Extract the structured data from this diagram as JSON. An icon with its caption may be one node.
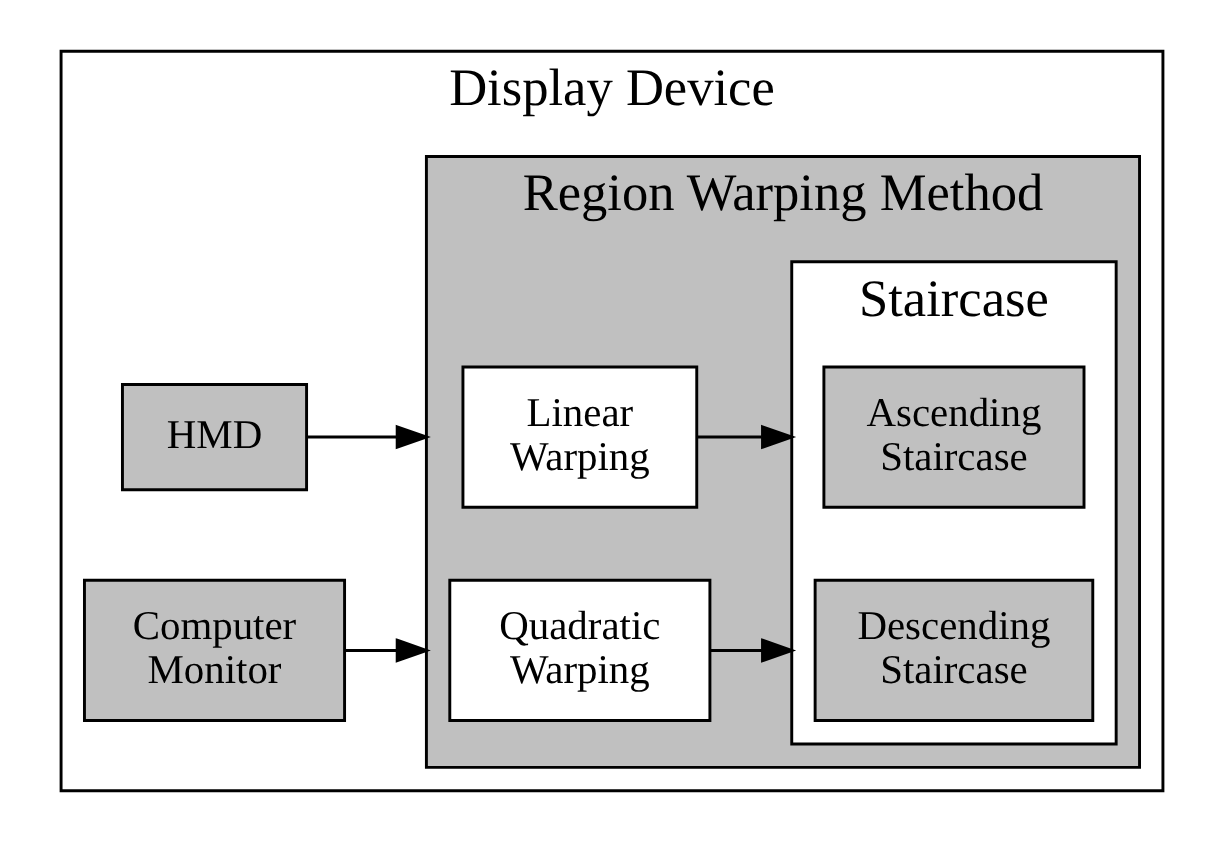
{
  "diagram": {
    "nodes": [
      {
        "text": [
          "Display Device"
        ]
      },
      {
        "text": [
          "HMD"
        ],
        "in": 0
      },
      {
        "text": [
          "Computer Monitor"
        ],
        "in": 0
      },
      {
        "text": [
          "Region Warping Method"
        ],
        "in": 0
      },
      {
        "text": [
          "Linear Warping"
        ],
        "in": 3
      },
      {
        "text": [
          "Quadratic Warping"
        ],
        "in": 3
      },
      {
        "text": [
          "Staircase"
        ],
        "in": 3
      },
      {
        "text": [
          "Ascending Staircase"
        ],
        "in": 6
      },
      {
        "text": [
          "Descending Staircase"
        ],
        "in": 6
      }
    ],
    "edges": [
      {
        "from": 1,
        "to": 3,
        "arrow": "to"
      },
      {
        "from": 2,
        "to": 3,
        "arrow": "to"
      },
      {
        "from": 4,
        "to": 6,
        "arrow": "to"
      },
      {
        "from": 5,
        "to": 6,
        "arrow": "to"
      }
    ]
  }
}
